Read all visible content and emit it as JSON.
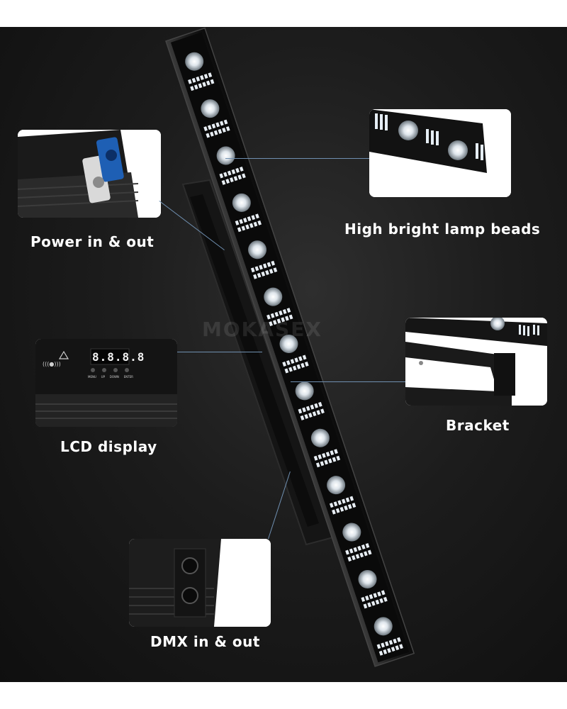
{
  "callouts": {
    "power": "Power in & out",
    "beads": "High bright lamp beads",
    "lcd": "LCD display",
    "bracket": "Bracket",
    "dmx": "DMX in & out"
  },
  "lcd": {
    "readout": "8.8.8.8",
    "buttons": [
      "MENU",
      "UP",
      "DOWN",
      "ENTER"
    ],
    "icon_text": "(((●))) "
  },
  "watermark": "MOKASEX",
  "colors": {
    "background": "#1c1c1c",
    "label_text": "#ffffff",
    "leader_line": "#6f8fb0",
    "power_connector": "#1e5fb4"
  }
}
